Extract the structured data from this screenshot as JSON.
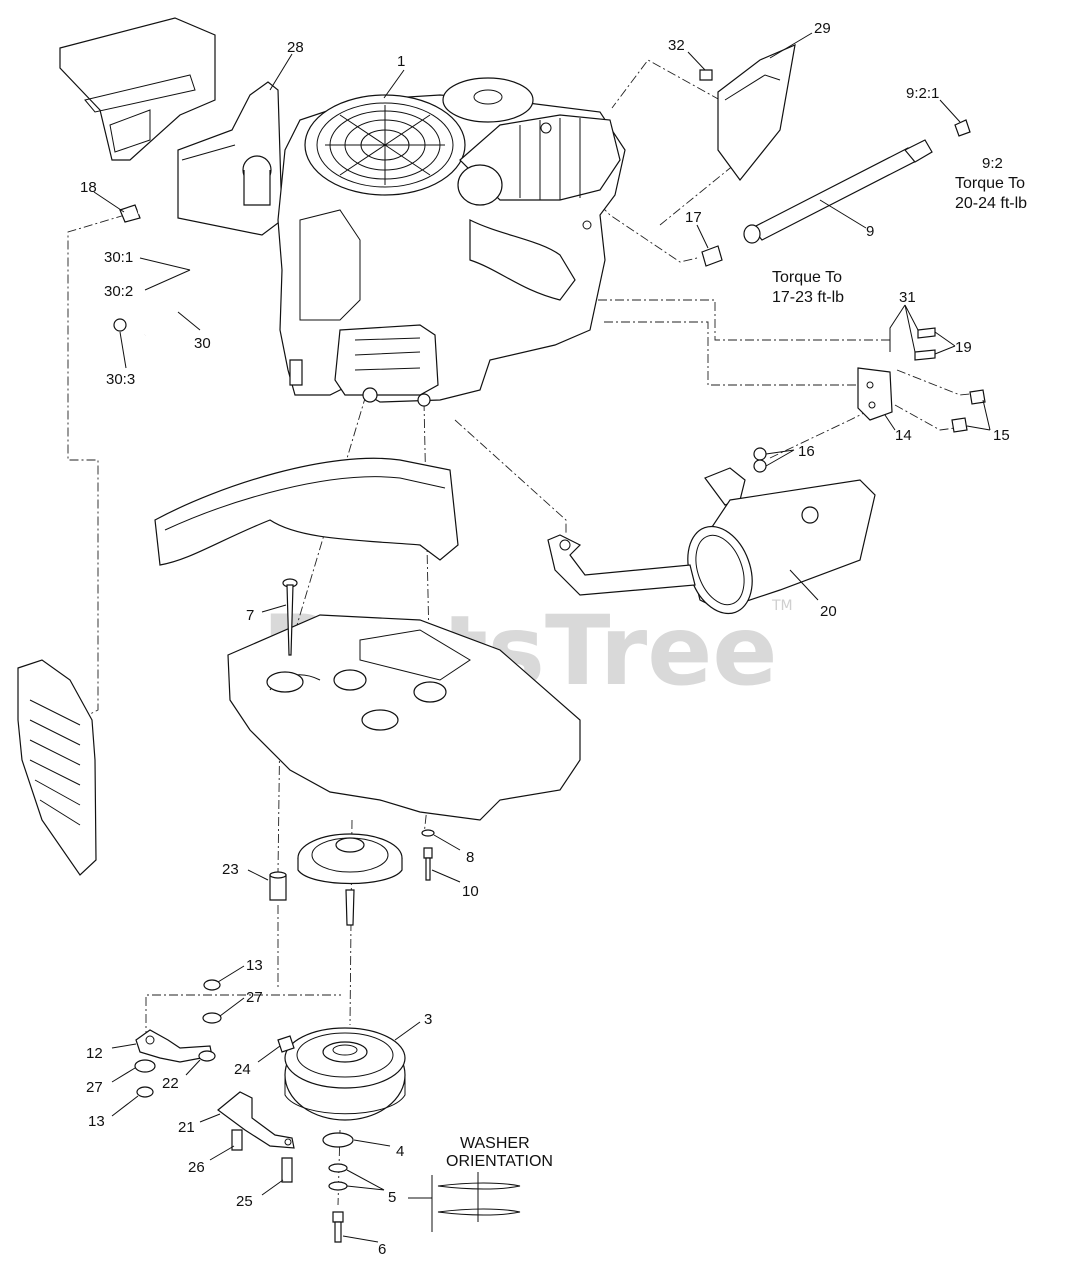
{
  "watermark": {
    "text": "PartsTree",
    "tm": "TM"
  },
  "notes": {
    "torque_9_2_line1": "Torque To",
    "torque_9_2_line2": "20-24 ft-lb",
    "torque_17_line1": "Torque To",
    "torque_17_line2": "17-23 ft-lb",
    "washer_line1": "WASHER",
    "washer_line2": "ORIENTATION"
  },
  "callouts": [
    {
      "id": "c1",
      "text": "1"
    },
    {
      "id": "c28",
      "text": "28"
    },
    {
      "id": "c32",
      "text": "32"
    },
    {
      "id": "c29",
      "text": "29"
    },
    {
      "id": "c9_2_1",
      "text": "9:2:1"
    },
    {
      "id": "c9_2",
      "text": "9:2"
    },
    {
      "id": "c18",
      "text": "18"
    },
    {
      "id": "c30_1",
      "text": "30:1"
    },
    {
      "id": "c30_2",
      "text": "30:2"
    },
    {
      "id": "c30",
      "text": "30"
    },
    {
      "id": "c30_3",
      "text": "30:3"
    },
    {
      "id": "c17",
      "text": "17"
    },
    {
      "id": "c9",
      "text": "9"
    },
    {
      "id": "c31",
      "text": "31"
    },
    {
      "id": "c19",
      "text": "19"
    },
    {
      "id": "c15",
      "text": "15"
    },
    {
      "id": "c14",
      "text": "14"
    },
    {
      "id": "c16",
      "text": "16"
    },
    {
      "id": "c20",
      "text": "20"
    },
    {
      "id": "c7",
      "text": "7"
    },
    {
      "id": "c8",
      "text": "8"
    },
    {
      "id": "c10",
      "text": "10"
    },
    {
      "id": "c23",
      "text": "23"
    },
    {
      "id": "c13a",
      "text": "13"
    },
    {
      "id": "c27a",
      "text": "27"
    },
    {
      "id": "c12",
      "text": "12"
    },
    {
      "id": "c27b",
      "text": "27"
    },
    {
      "id": "c13b",
      "text": "13"
    },
    {
      "id": "c22",
      "text": "22"
    },
    {
      "id": "c24",
      "text": "24"
    },
    {
      "id": "c3",
      "text": "3"
    },
    {
      "id": "c21",
      "text": "21"
    },
    {
      "id": "c4",
      "text": "4"
    },
    {
      "id": "c26",
      "text": "26"
    },
    {
      "id": "c25",
      "text": "25"
    },
    {
      "id": "c5",
      "text": "5"
    },
    {
      "id": "c6",
      "text": "6"
    }
  ]
}
